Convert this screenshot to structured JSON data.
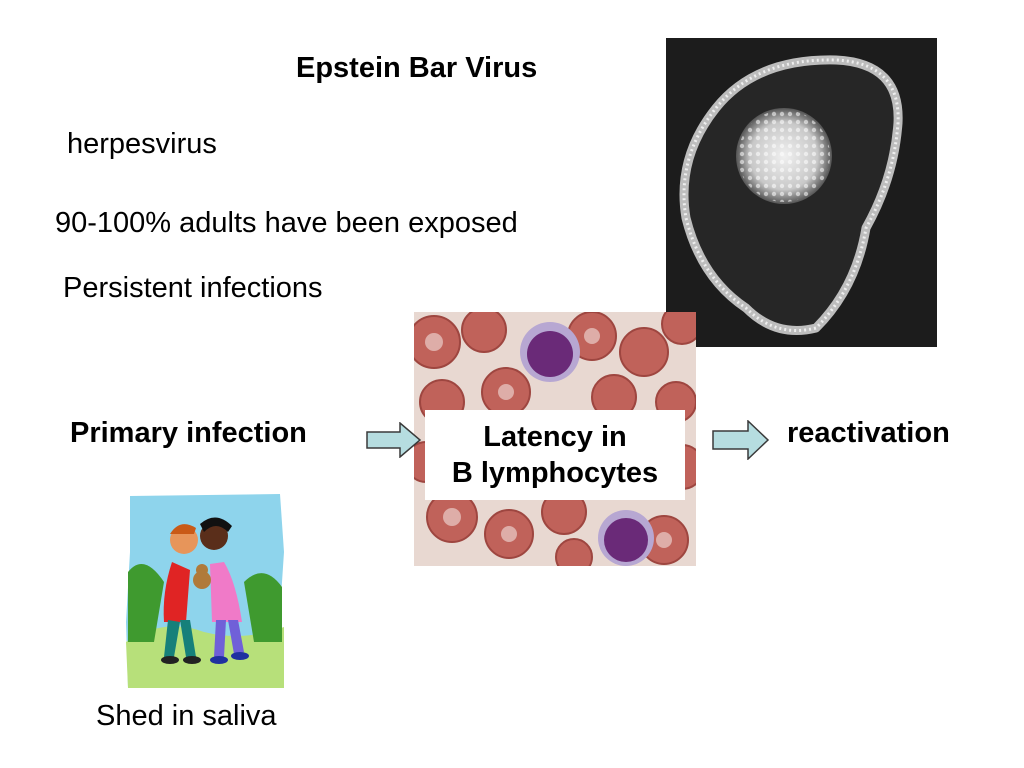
{
  "slide": {
    "title": "Epstein Bar Virus",
    "bullets": [
      "herpesvirus",
      "90-100% adults have been exposed",
      "Persistent infections"
    ],
    "flow": {
      "primary": "Primary infection",
      "latency_line1": "Latency in",
      "latency_line2": "B lymphocytes",
      "reactivation": "reactivation"
    },
    "caption": "Shed in saliva"
  },
  "colors": {
    "arrow_fill": "#b6dde0",
    "arrow_stroke": "#3a3a3a",
    "rbc": "#c0625a",
    "lymphocyte": "#6a2a78"
  },
  "icons": {
    "virus": "virus-micrograph-image",
    "cells": "blood-smear-image",
    "kids": "children-clipart-image",
    "arrow": "block-arrow-right-icon"
  }
}
